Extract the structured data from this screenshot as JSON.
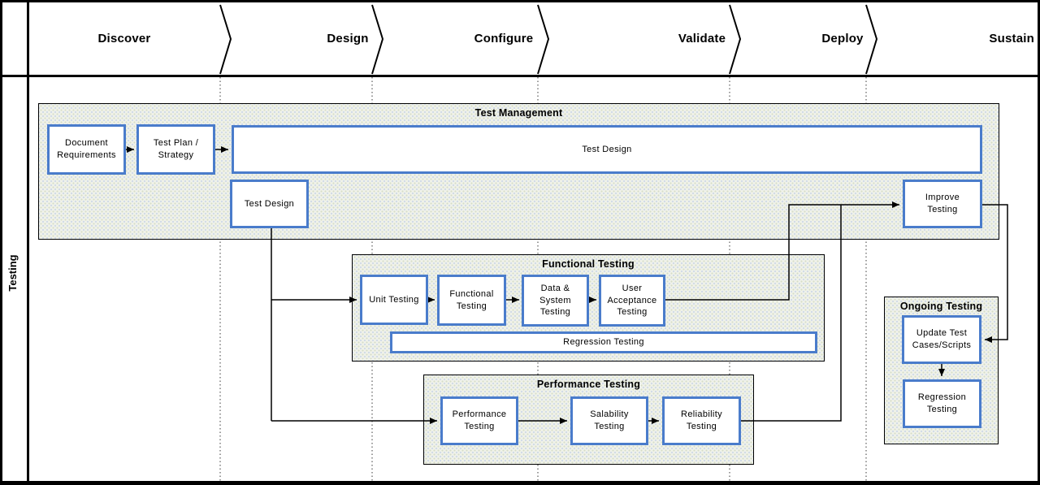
{
  "diagram": {
    "lane_label": "Testing",
    "phases": [
      {
        "label": "Discover"
      },
      {
        "label": "Design"
      },
      {
        "label": "Configure"
      },
      {
        "label": "Validate"
      },
      {
        "label": "Deploy"
      },
      {
        "label": "Sustain"
      }
    ],
    "groups": {
      "test_management": {
        "title": "Test Management"
      },
      "functional_testing": {
        "title": "Functional Testing"
      },
      "performance_testing": {
        "title": "Performance Testing"
      },
      "ongoing_testing": {
        "title": "Ongoing Testing"
      }
    },
    "boxes": {
      "document_requirements": "Document\nRequirements",
      "test_plan_strategy": "Test Plan /\nStrategy",
      "test_design_wide": "Test Design",
      "test_design": "Test Design",
      "improve_testing": "Improve\nTesting",
      "unit_testing": "Unit Testing",
      "functional_testing": "Functional\nTesting",
      "data_system_testing": "Data &\nSystem\nTesting",
      "user_acceptance_testing": "User\nAcceptance\nTesting",
      "regression_testing_bar": "Regression Testing",
      "performance_testing": "Performance\nTesting",
      "salability_testing": "Salability\nTesting",
      "reliability_testing": "Reliability\nTesting",
      "update_test_cases": "Update Test\nCases/Scripts",
      "regression_testing_ongoing": "Regression\nTesting"
    },
    "colors": {
      "box_border": "#4a7ccb",
      "box_fill": "#ffffff",
      "group_fill": "#eff1e9",
      "line": "#000000"
    }
  }
}
